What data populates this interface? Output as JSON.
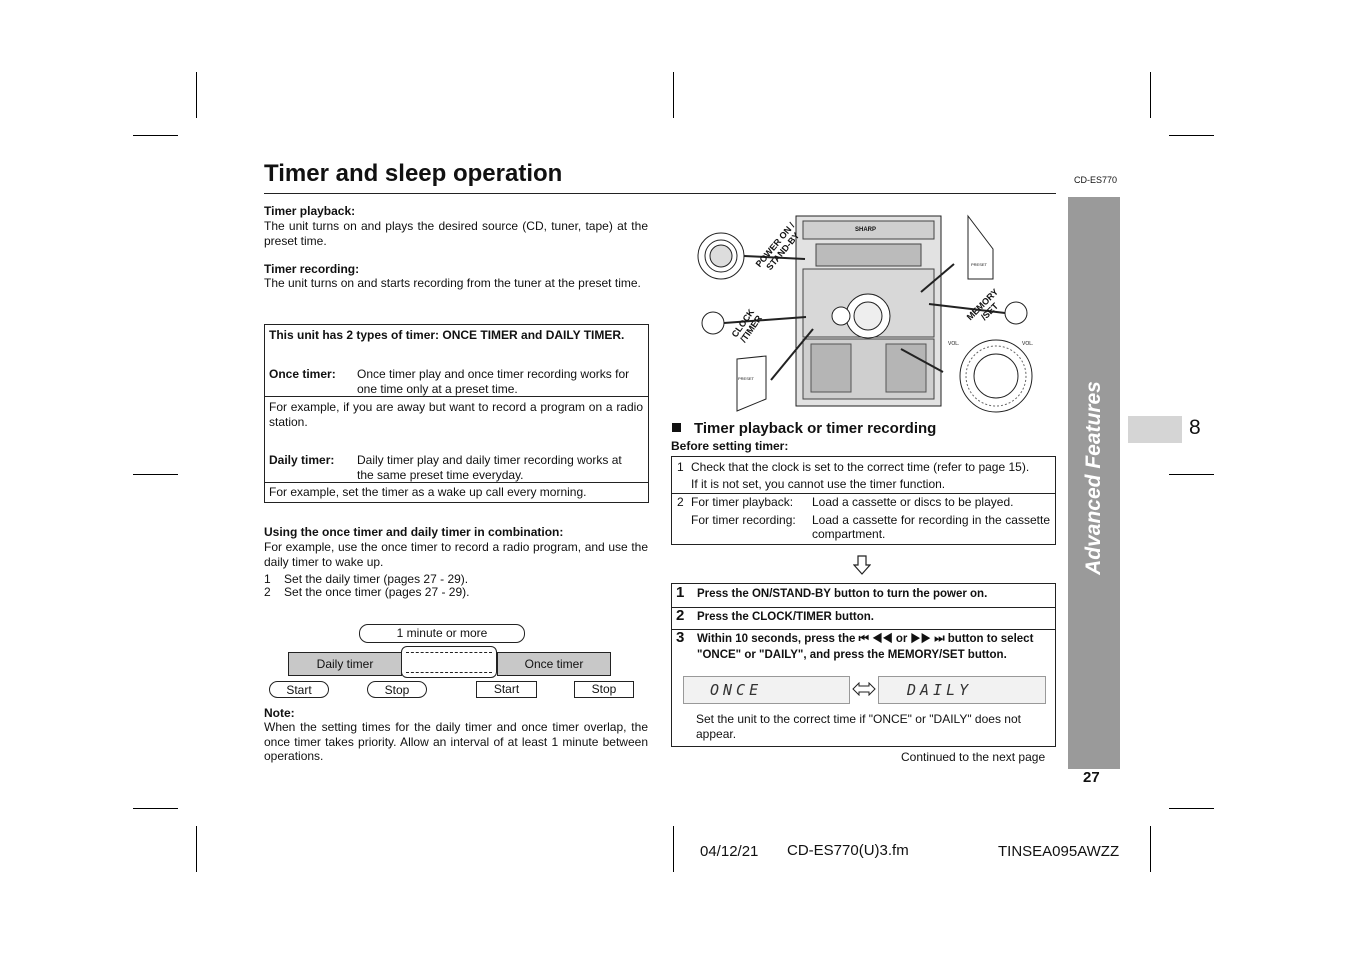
{
  "header": {
    "title": "Timer and sleep operation",
    "model": "CD-ES770"
  },
  "left": {
    "playback_heading": "Timer playback:",
    "playback_text": "The unit turns on and plays the desired source (CD, tuner, tape) at the preset time.",
    "recording_heading": "Timer recording:",
    "recording_text": "The unit turns on and starts recording from the tuner at the preset time.",
    "types_box": {
      "header": "This unit has 2 types of timer: ONCE TIMER and DAILY TIMER.",
      "once_label": "Once timer:",
      "once_desc": "Once timer play and once timer recording works for one time only at a preset time.",
      "once_example": "For example, if you are away but want to record a program on a radio station.",
      "daily_label": "Daily timer:",
      "daily_desc": "Daily timer play and daily timer recording works at the same preset time everyday.",
      "daily_example": "For example, set the timer as a wake up call every morning."
    },
    "combination_heading": "Using the once timer and daily timer in combination:",
    "combination_text": "For example, use the once timer to record a radio program, and use the daily timer to wake up.",
    "combination_steps": [
      {
        "num": "1",
        "text": "Set the daily timer (pages 27 - 29)."
      },
      {
        "num": "2",
        "text": "Set the once timer (pages 27 - 29)."
      }
    ],
    "timeline": {
      "gap_label": "1 minute or more",
      "daily_label": "Daily timer",
      "once_label": "Once timer",
      "start1": "Start",
      "stop1": "Stop",
      "start2": "Start",
      "stop2": "Stop"
    },
    "note_heading": "Note:",
    "note_text": "When the setting times for the daily timer and once timer overlap, the once timer takes priority. Allow an interval of at least 1 minute between operations."
  },
  "figure": {
    "power_label": "POWER ON / STAND-BY",
    "clock_label": "CLOCK /TIMER",
    "memory_label": "MEMORY /SET",
    "brand": "SHARP",
    "vol_left": "VOL.",
    "vol_right": "VOL.",
    "preset_label": "PRESET"
  },
  "right": {
    "section_title": "Timer playback or timer recording",
    "before_heading": "Before setting timer:",
    "before_items": {
      "item1_num": "1",
      "item1_text": "Check that the clock is set to the correct time (refer to page 15).",
      "item1_sub": "If it is not set, you cannot use the timer function.",
      "item2_num": "2",
      "item2_label": "For timer playback:",
      "item2_text": "Load a cassette or discs to be played.",
      "item2b_label": "For timer recording:",
      "item2b_text": "Load a cassette for recording in the cassette compartment."
    },
    "steps": [
      {
        "num": "1",
        "text": "Press the ON/STAND-BY button to turn the power on."
      },
      {
        "num": "2",
        "text": "Press the CLOCK/TIMER button."
      },
      {
        "num": "3",
        "text_a": "Within 10 seconds, press the ⏮ ◀◀ or ▶▶ ⏭ button to select",
        "text_b": "\"ONCE\" or \"DAILY\", and press the MEMORY/SET button."
      }
    ],
    "display_once": "ONCE",
    "display_daily": "DAILY",
    "display_note": "Set the unit to the correct time if \"ONCE\" or \"DAILY\" does not appear.",
    "continued": "Continued to the next page"
  },
  "side": {
    "section": "Advanced Features",
    "tab_number": "8",
    "page_number": "27"
  },
  "footer": {
    "date": "04/12/21",
    "file": "CD-ES770(U)3.fm",
    "code": "TINSEA095AWZZ"
  }
}
